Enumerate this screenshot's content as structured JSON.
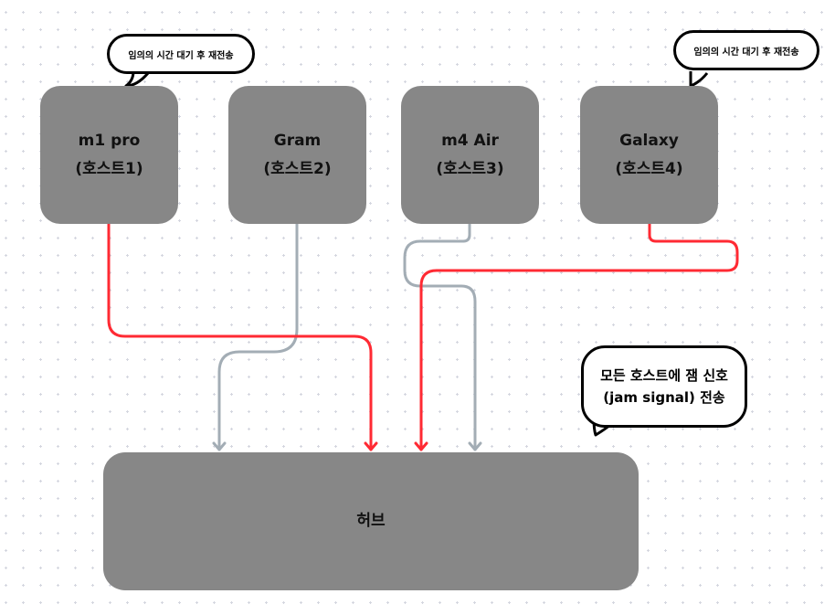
{
  "diagram": {
    "title": "CSMA/CD 충돌 처리 (허브)",
    "hosts": [
      {
        "id": "host1",
        "name": "m1 pro",
        "label": "(호스트1)",
        "link_state": "collision"
      },
      {
        "id": "host2",
        "name": "Gram",
        "label": "(호스트2)",
        "link_state": "idle"
      },
      {
        "id": "host3",
        "name": "m4 Air",
        "label": "(호스트3)",
        "link_state": "idle"
      },
      {
        "id": "host4",
        "name": "Galaxy",
        "label": "(호스트4)",
        "link_state": "collision"
      }
    ],
    "hub": {
      "label": "허브"
    },
    "callouts": {
      "host1_retry": "임의의 시간 대기 후 재전송",
      "host4_retry": "임의의 시간 대기 후 재전송",
      "jam_line1": "모든 호스트에 잼 신호",
      "jam_line2": "(jam signal) 전송"
    },
    "links": [
      {
        "from": "host1",
        "to": "hub",
        "color": "#ff2a33"
      },
      {
        "from": "host2",
        "to": "hub",
        "color": "#a3adb5"
      },
      {
        "from": "host3",
        "to": "hub",
        "color": "#a3adb5"
      },
      {
        "from": "host4",
        "to": "hub",
        "color": "#ff2a33"
      }
    ],
    "colors": {
      "node_fill": "#878787",
      "collision_link": "#ff2a33",
      "idle_link": "#a3adb5",
      "grid_dot": "#d4d6df"
    }
  }
}
